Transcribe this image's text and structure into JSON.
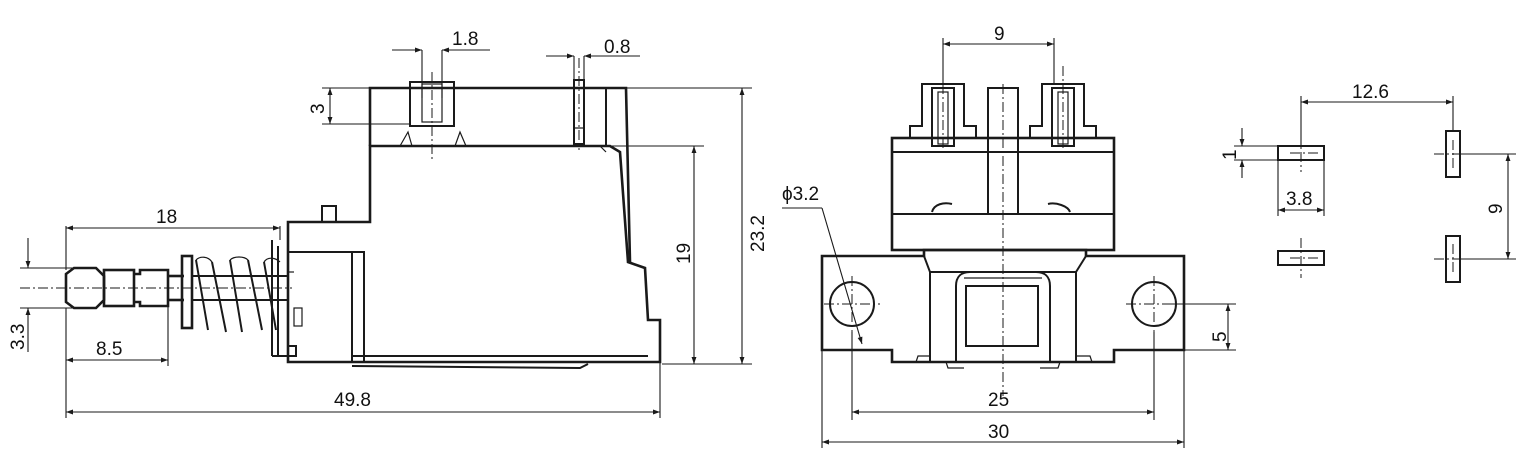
{
  "side_view": {
    "dim_1_8": "1.8",
    "dim_0_8": "0.8",
    "dim_3": "3",
    "dim_18": "18",
    "dim_19": "19",
    "dim_23_2": "23.2",
    "dim_3_3": "3.3",
    "dim_8_5": "8.5",
    "dim_49_8": "49.8"
  },
  "front_view": {
    "dim_9": "9",
    "dim_hole": "ϕ3.2",
    "dim_5": "5",
    "dim_25": "25",
    "dim_30": "30"
  },
  "pin_detail": {
    "dim_12_6": "12.6",
    "dim_1": "1",
    "dim_3_8": "3.8",
    "dim_9": "9"
  }
}
